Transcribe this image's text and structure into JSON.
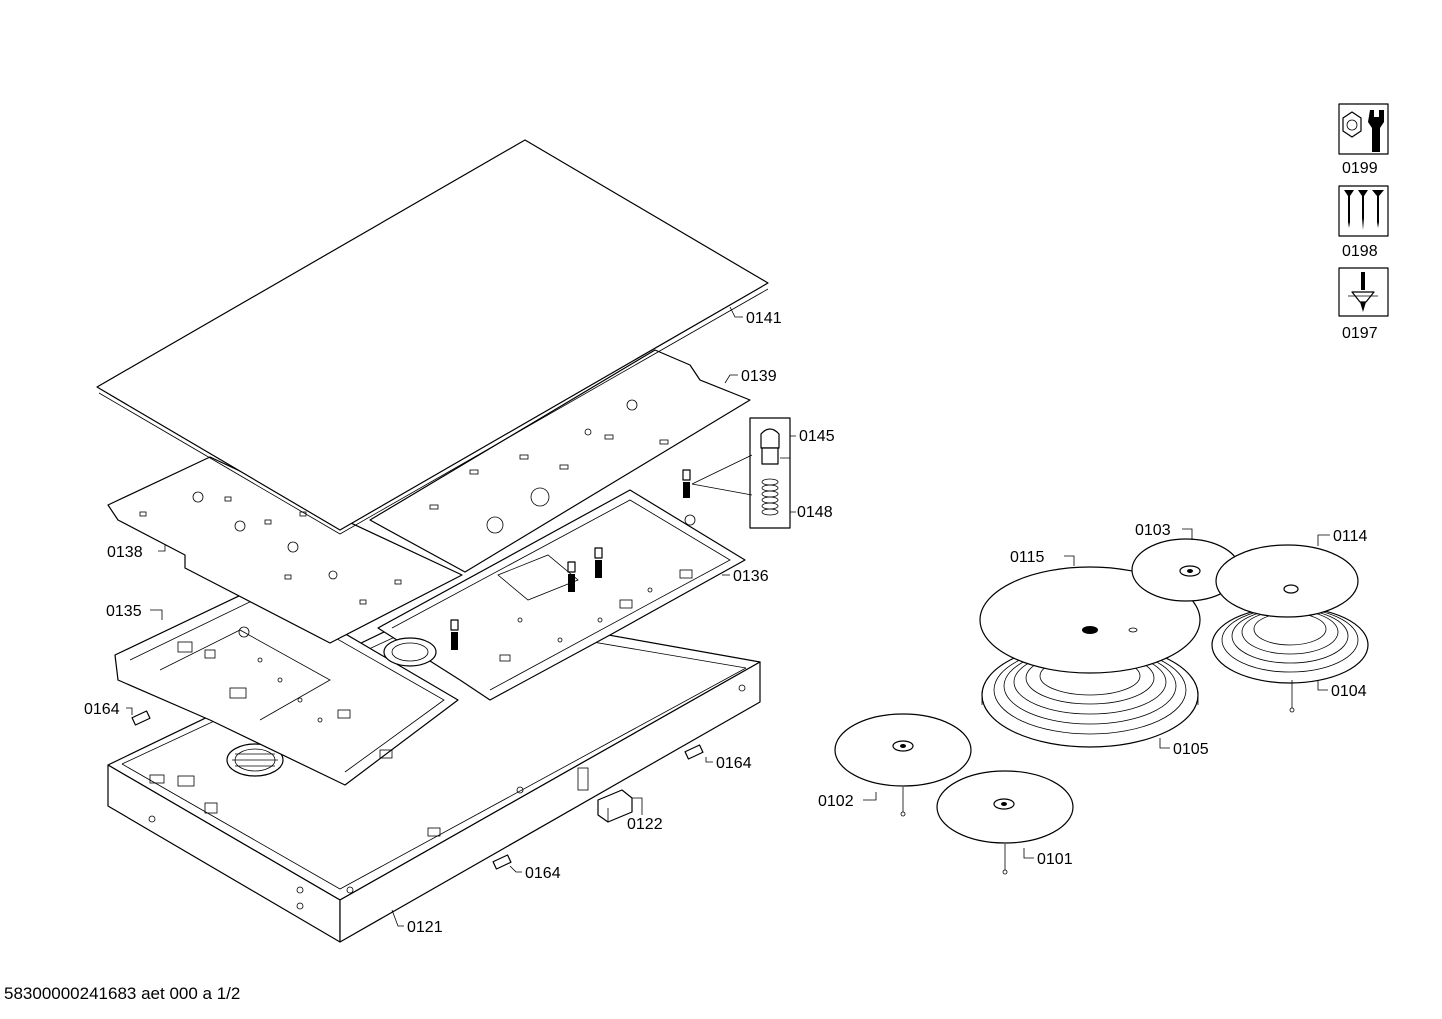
{
  "callouts": {
    "c0141": "0141",
    "c0139": "0139",
    "c0145": "0145",
    "c0148": "0148",
    "c0138": "0138",
    "c0136": "0136",
    "c0135": "0135",
    "c0164a": "0164",
    "c0164b": "0164",
    "c0164c": "0164",
    "c0122": "0122",
    "c0121": "0121",
    "c0115": "0115",
    "c0103": "0103",
    "c0114": "0114",
    "c0104": "0104",
    "c0105": "0105",
    "c0102": "0102",
    "c0101": "0101"
  },
  "service_icons": [
    {
      "label": "0199",
      "icon": "nut-wrench-icon"
    },
    {
      "label": "0198",
      "icon": "screws-icon"
    },
    {
      "label": "0197",
      "icon": "screwdriver-icon"
    }
  ],
  "footer": {
    "document_id": "58300000241683 aet 000 a  1/2"
  }
}
